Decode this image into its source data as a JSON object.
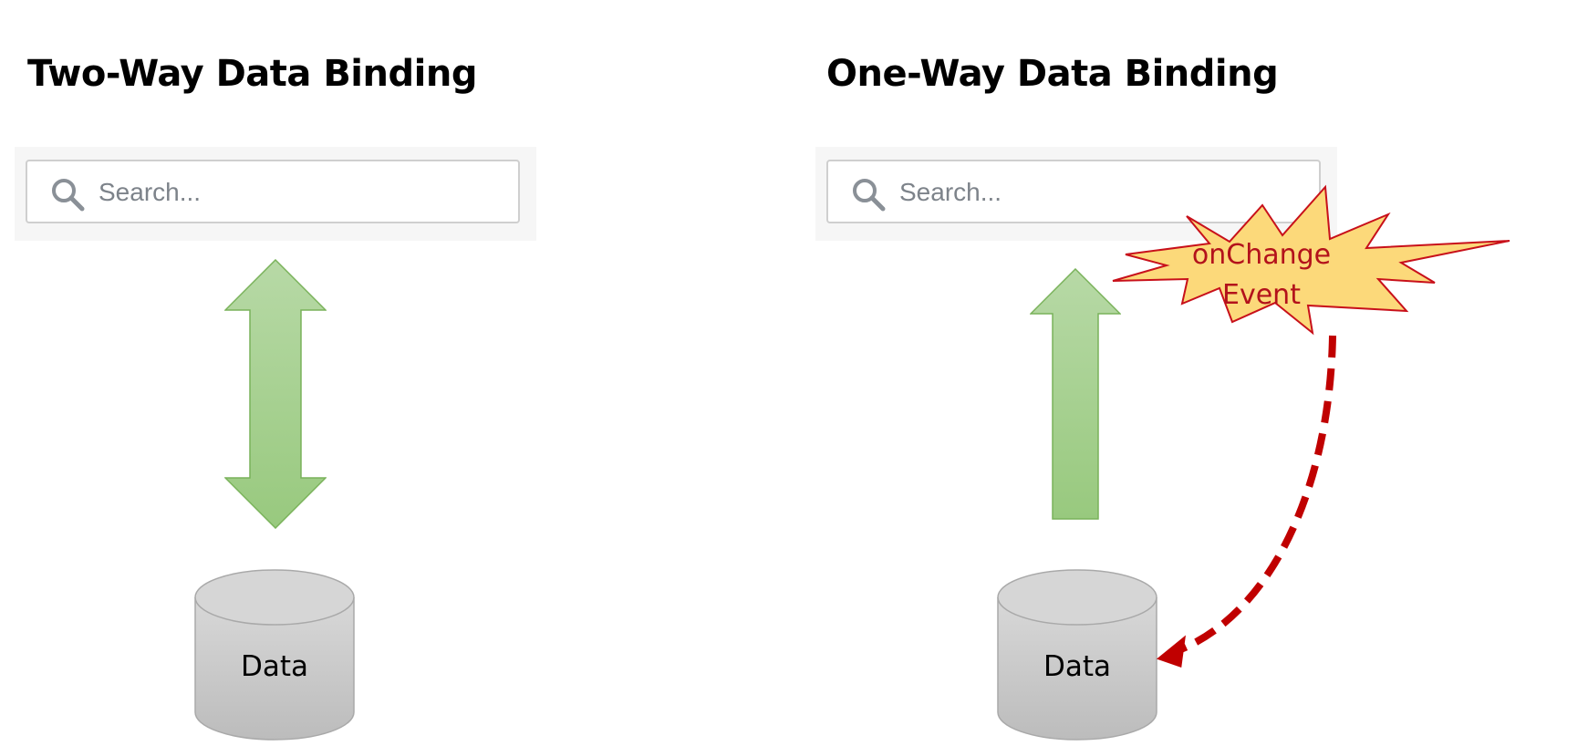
{
  "panels": {
    "left": {
      "title": "Two-Way Data Binding",
      "search": {
        "placeholder": "Search...",
        "icon": "search-icon"
      },
      "arrow": {
        "direction": "bidirectional"
      },
      "database": {
        "label": "Data"
      }
    },
    "right": {
      "title": "One-Way Data Binding",
      "search": {
        "placeholder": "Search...",
        "icon": "search-icon"
      },
      "arrow": {
        "direction": "up"
      },
      "database": {
        "label": "Data"
      },
      "event": {
        "line1": "onChange",
        "line2": "Event"
      }
    }
  },
  "colors": {
    "arrow_fill": "#a4d08e",
    "arrow_stroke": "#79b25a",
    "cylinder_fill": "#cfcfcf",
    "burst_fill": "#fcd97a",
    "burst_stroke": "#c8101a",
    "event_text": "#b3121b"
  }
}
